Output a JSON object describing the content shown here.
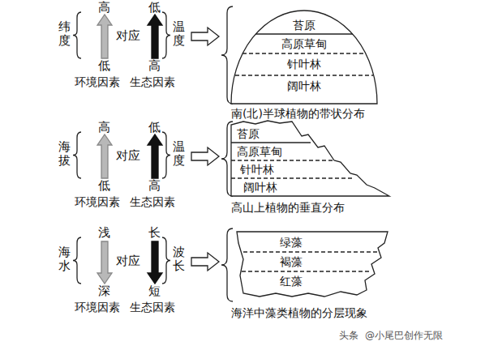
{
  "diagram": {
    "labels": [
      "纬度",
      "高",
      "低",
      "对应",
      "低",
      "高",
      "温度",
      "苔原",
      "高原草甸",
      "针叶林",
      "阔叶林",
      "环境因素",
      "生态因素",
      "南(北)半球植物的带状分布",
      "海拔",
      "高",
      "低",
      "对应",
      "低",
      "高",
      "温度",
      "苔原",
      "高原草甸",
      "针叶林",
      "阔叶林",
      "环境因素",
      "生态因素",
      "高山上植物的垂直分布",
      "海水",
      "浅",
      "深",
      "对应",
      "长",
      "短",
      "波长",
      "绿藻",
      "褐藻",
      "红藻",
      "环境因素",
      "生态因素",
      "海洋中藻类植物的分层现象",
      "头条",
      "@小尾巴创作无限"
    ]
  }
}
